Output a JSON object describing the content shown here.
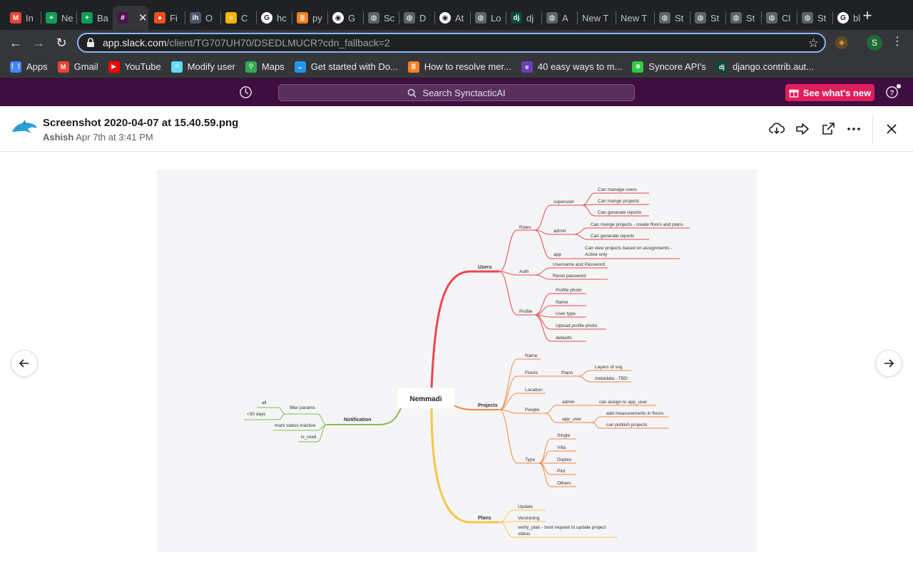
{
  "browser": {
    "tabs": [
      {
        "label": "In",
        "icon": "gmail-icon",
        "color": "#ea4335",
        "glyph": "M"
      },
      {
        "label": "Ne",
        "icon": "sheets-icon",
        "color": "#0f9d58",
        "glyph": "+"
      },
      {
        "label": "Ba",
        "icon": "sheets-icon",
        "color": "#0f9d58",
        "glyph": "+"
      },
      {
        "label": "",
        "icon": "slack-icon",
        "color": "#4a154b",
        "glyph": "#"
      },
      {
        "label": "Fi",
        "icon": "figma-icon",
        "color": "#f24e1e",
        "glyph": "●"
      },
      {
        "label": "O",
        "icon": "ih-icon",
        "color": "#4a5568",
        "glyph": "ih"
      },
      {
        "label": "C",
        "icon": "coin-icon",
        "color": "#f7b500",
        "glyph": "≡"
      },
      {
        "label": "hc",
        "icon": "google-icon",
        "color": "#ffffff",
        "glyph": "G"
      },
      {
        "label": "py",
        "icon": "stackoverflow-icon",
        "color": "#f48024",
        "glyph": "≣"
      },
      {
        "label": "G",
        "icon": "github-icon",
        "color": "#ffffff",
        "glyph": "◉"
      },
      {
        "label": "Sc",
        "icon": "globe-icon",
        "color": "#5f6368",
        "glyph": "◍"
      },
      {
        "label": "D",
        "icon": "globe-icon",
        "color": "#5f6368",
        "glyph": "◍"
      },
      {
        "label": "At",
        "icon": "github-icon",
        "color": "#ffffff",
        "glyph": "◉"
      },
      {
        "label": "Lo",
        "icon": "globe-icon",
        "color": "#5f6368",
        "glyph": "◍"
      },
      {
        "label": "dj",
        "icon": "django-icon",
        "color": "#0c4b33",
        "glyph": "dj"
      },
      {
        "label": "A",
        "icon": "globe-icon",
        "color": "#5f6368",
        "glyph": "◍"
      },
      {
        "label": "New T",
        "icon": "",
        "color": "",
        "glyph": ""
      },
      {
        "label": "New T",
        "icon": "",
        "color": "",
        "glyph": ""
      },
      {
        "label": "St",
        "icon": "globe-icon",
        "color": "#5f6368",
        "glyph": "◍"
      },
      {
        "label": "St",
        "icon": "globe-icon",
        "color": "#5f6368",
        "glyph": "◍"
      },
      {
        "label": "St",
        "icon": "globe-icon",
        "color": "#5f6368",
        "glyph": "◍"
      },
      {
        "label": "Cl",
        "icon": "globe-icon",
        "color": "#5f6368",
        "glyph": "◍"
      },
      {
        "label": "St",
        "icon": "globe-icon",
        "color": "#5f6368",
        "glyph": "◍"
      },
      {
        "label": "bl",
        "icon": "google-icon",
        "color": "#ffffff",
        "glyph": "G"
      }
    ],
    "url_host": "app.slack.com",
    "url_path": "/client/TG707UH70/DSEDLMUCR?cdn_fallback=2",
    "profile_initial": "S",
    "bookmarks": [
      {
        "label": "Apps",
        "icon": "apps-grid-icon",
        "color": "#4285f4",
        "glyph": "⋮⋮"
      },
      {
        "label": "Gmail",
        "icon": "gmail-icon",
        "color": "#ea4335",
        "glyph": "M"
      },
      {
        "label": "YouTube",
        "icon": "youtube-icon",
        "color": "#ff0000",
        "glyph": "▶"
      },
      {
        "label": "Modify user",
        "icon": "react-icon",
        "color": "#61dafb",
        "glyph": "⚛"
      },
      {
        "label": "Maps",
        "icon": "maps-icon",
        "color": "#34a853",
        "glyph": "⚲"
      },
      {
        "label": "Get started with Do...",
        "icon": "docker-icon",
        "color": "#2496ed",
        "glyph": "◒"
      },
      {
        "label": "How to resolve mer...",
        "icon": "stackoverflow-icon",
        "color": "#f48024",
        "glyph": "≣"
      },
      {
        "label": "40 easy ways to m...",
        "icon": "e-icon",
        "color": "#6c3fb5",
        "glyph": "e"
      },
      {
        "label": "Syncore API's",
        "icon": "syncore-icon",
        "color": "#2ecc40",
        "glyph": "⊕"
      },
      {
        "label": "django.contrib.aut...",
        "icon": "django-icon",
        "color": "#0c4b33",
        "glyph": "dj"
      }
    ]
  },
  "slack": {
    "search_placeholder": "Search SynctacticAI",
    "whats_new_label": "See what's new",
    "file": {
      "name": "Screenshot 2020-04-07 at 15.40.59.png",
      "author": "Ashish",
      "timestamp": "Apr 7th at 3:41 PM"
    }
  },
  "mindmap": {
    "center": "Nemmadi",
    "users": {
      "label": "Users",
      "roles": "Roles",
      "superuser": "superuser",
      "su_items": [
        "Can manage users",
        "Can mange projects",
        "Can generate reports"
      ],
      "admin": "admin",
      "admin_items": [
        "Can mange projects - create floors and plans",
        "Can generate reports"
      ],
      "app": "app",
      "app_item_1": "Can view projects based on assignments -",
      "app_item_2": "Active only",
      "auth": "Auth",
      "auth_items": [
        "Username and Password",
        "Reset password"
      ],
      "profile": "Profile",
      "profile_items": [
        "Profile photo",
        "Name",
        "User type",
        "Upload profile photo",
        "defaults"
      ]
    },
    "projects": {
      "label": "Projects",
      "name": "Name",
      "floors": "Floors",
      "plans": "Plans",
      "plans_items": [
        "Layers of svg",
        "metadata - TBD"
      ],
      "location": "Location",
      "people": "People",
      "admin": "admin",
      "admin_item": "can assign to app_user",
      "app_user": "app_user",
      "app_user_items": [
        "add measurements in floors",
        "can publish projects"
      ],
      "type": "Type",
      "type_items": [
        "Single",
        "Villa",
        "Duplex",
        "Plot",
        "Others"
      ]
    },
    "plans": {
      "label": "Plans",
      "items": [
        "Update",
        "Versioning"
      ],
      "verify_1": "verify_plan - bool request to update project",
      "verify_2": "status"
    },
    "notification": {
      "label": "Notification",
      "filter": "filter params",
      "filter_items": [
        "all",
        "<30 days"
      ],
      "mark": "mark status inactive",
      "is_read": "is_read"
    },
    "colors": {
      "users": "#e8474d",
      "projects": "#f0883e",
      "plans": "#f7c548",
      "notification": "#8cbb4e"
    }
  }
}
